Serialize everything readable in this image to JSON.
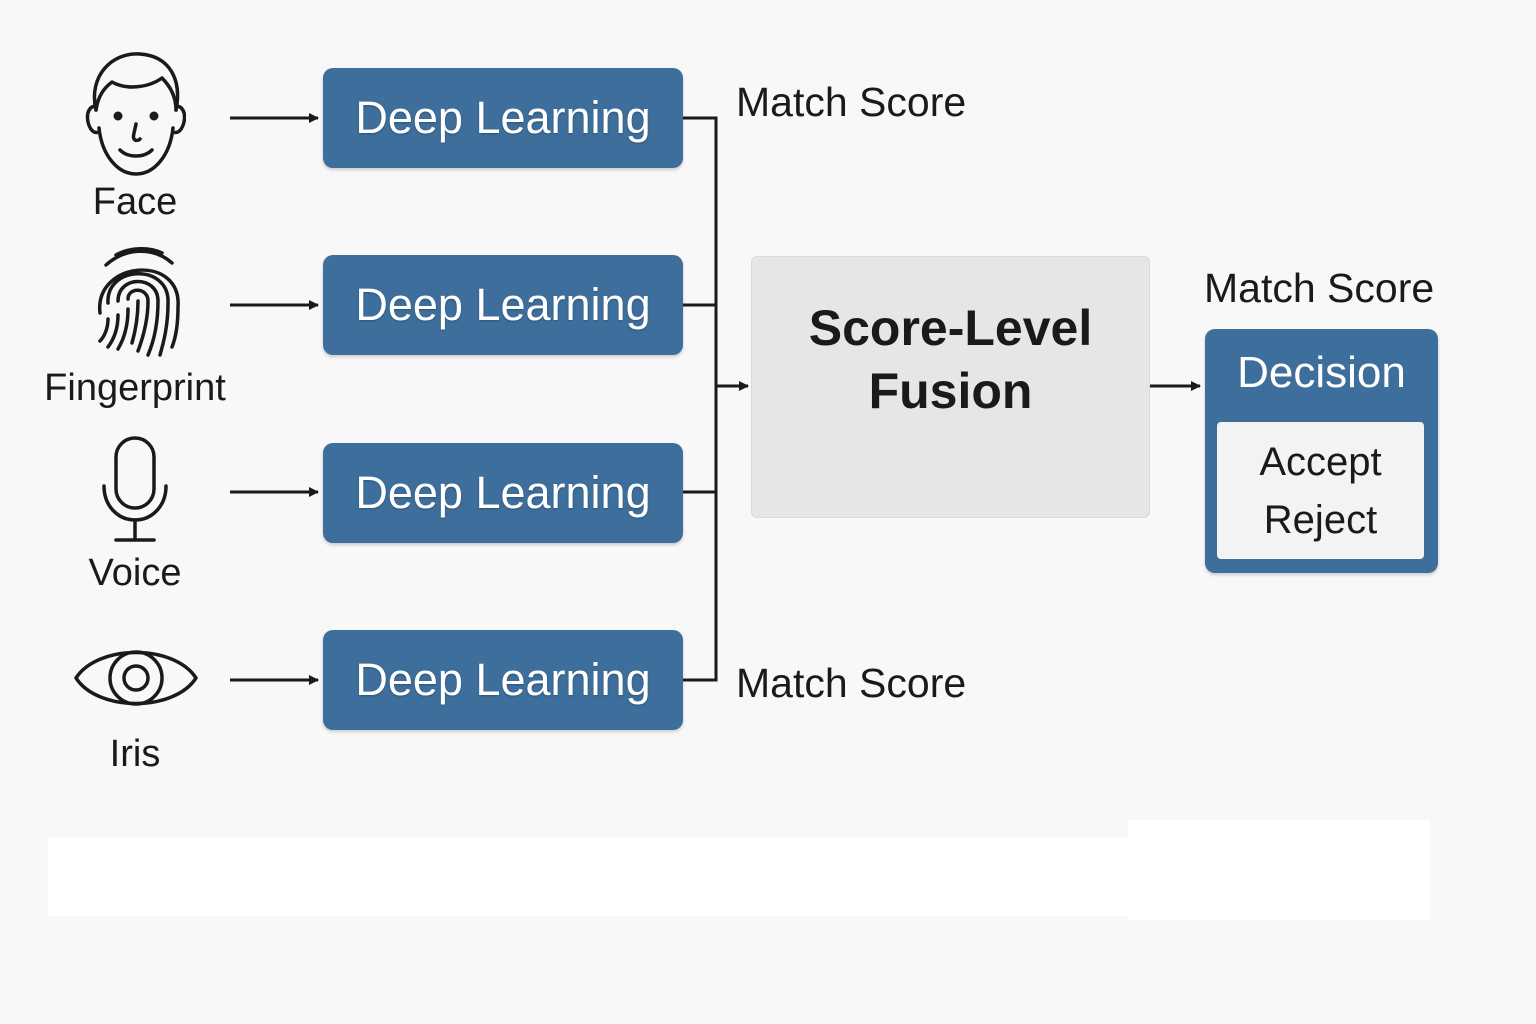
{
  "modalities": [
    {
      "label": "Face",
      "icon": "face-icon"
    },
    {
      "label": "Fingerprint",
      "icon": "fingerprint-icon"
    },
    {
      "label": "Voice",
      "icon": "microphone-icon"
    },
    {
      "label": "Iris",
      "icon": "eye-icon"
    }
  ],
  "processing": [
    {
      "label": "Deep Learning"
    },
    {
      "label": "Deep Learning"
    },
    {
      "label": "Deep Learning"
    },
    {
      "label": "Deep Learning"
    }
  ],
  "match_scores": {
    "top": "Match Score",
    "bottom": "Match Score",
    "output": "Match Score"
  },
  "fusion": {
    "line1": "Score-Level",
    "line2": "Fusion"
  },
  "decision": {
    "title": "Decision",
    "options": [
      "Accept",
      "Reject"
    ]
  },
  "colors": {
    "box_blue": "#3e6f9c",
    "fusion_gray": "#e6e6e6",
    "background": "#f8f8f8",
    "line": "#1a1a1a"
  }
}
